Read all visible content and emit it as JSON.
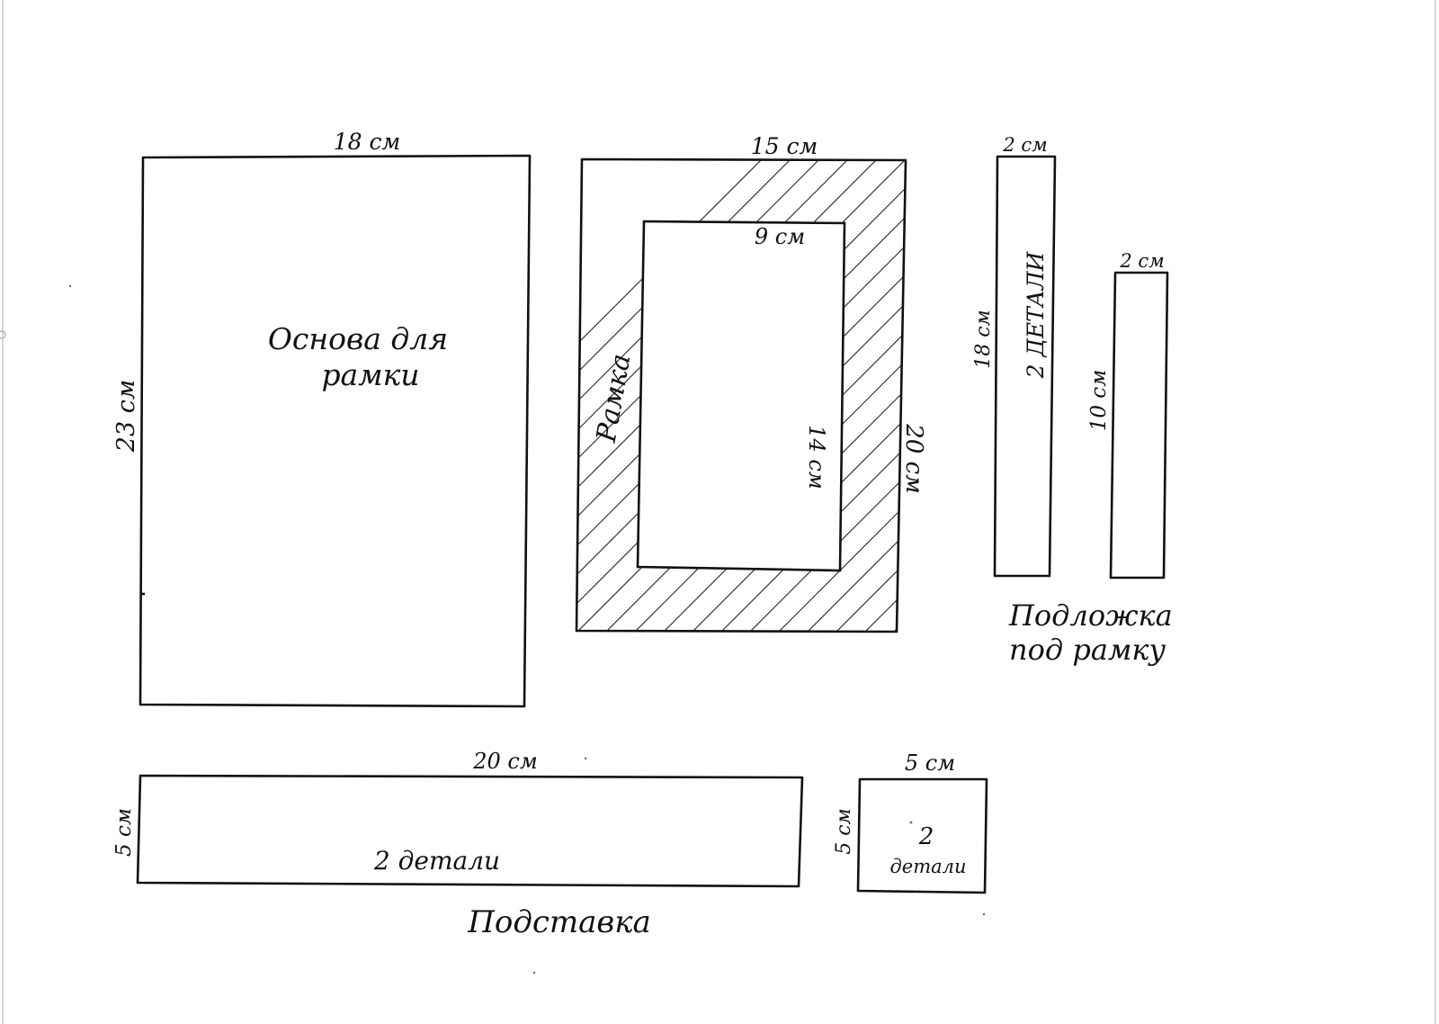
{
  "pieces": {
    "base": {
      "width_label": "18 см",
      "height_label": "23 см",
      "caption_line1": "Основа для",
      "caption_line2": "рамки"
    },
    "frame": {
      "width_label": "15 см",
      "height_label": "20 см",
      "window_width_label": "9 см",
      "window_height_label": "14 см",
      "caption": "Рамка"
    },
    "backing_long": {
      "width_label": "2 см",
      "height_label": "18 см",
      "count_label": "2 ДЕТАЛИ"
    },
    "backing_short": {
      "width_label": "2 см",
      "height_label": "10 см"
    },
    "backing_caption": {
      "line1": "Подложка",
      "line2": "под рамку"
    },
    "stand_long": {
      "width_label": "20 см",
      "height_label": "5 см",
      "count_label": "2  детали"
    },
    "stand_square": {
      "width_label": "5 см",
      "height_label": "5 см",
      "count_number": "2",
      "count_word": "детали"
    },
    "stand_caption": "Подставка"
  },
  "colors": {
    "paper": "#ffffff",
    "ink": "#111111"
  }
}
